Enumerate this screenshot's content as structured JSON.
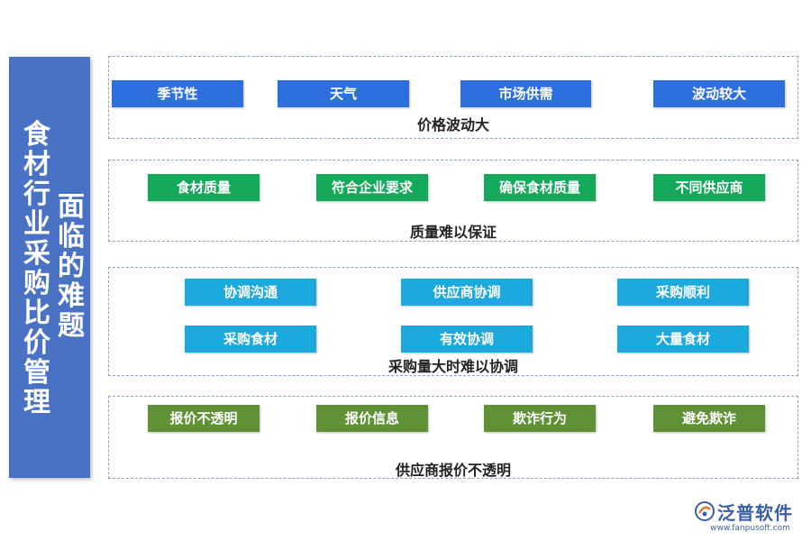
{
  "side": {
    "main_title": "食材行业采购比价管理",
    "sub_title": "面临的难题",
    "color": "#4a72c4"
  },
  "groups": [
    {
      "title": "价格波动大",
      "tag_color": "#2e6fe0",
      "tags": [
        "季节性",
        "天气",
        "市场供需",
        "波动较大"
      ]
    },
    {
      "title": "质量难以保证",
      "tag_color": "#14a85a",
      "tags": [
        "食材质量",
        "符合企业要求",
        "确保食材质量",
        "不同供应商"
      ]
    },
    {
      "title": "采购量大时难以协调",
      "tag_color": "#1ca9de",
      "tags": [
        "协调沟通",
        "供应商协调",
        "采购顺利",
        "采购食材",
        "有效协调",
        "大量食材"
      ]
    },
    {
      "title": "供应商报价不透明",
      "tag_color": "#5f9235",
      "tags": [
        "报价不透明",
        "报价信息",
        "欺诈行为",
        "避免欺诈"
      ]
    }
  ],
  "logo": {
    "name": "泛普软件",
    "url": "www.fanpusoft.com",
    "icon": "fanpu-logo-icon"
  }
}
